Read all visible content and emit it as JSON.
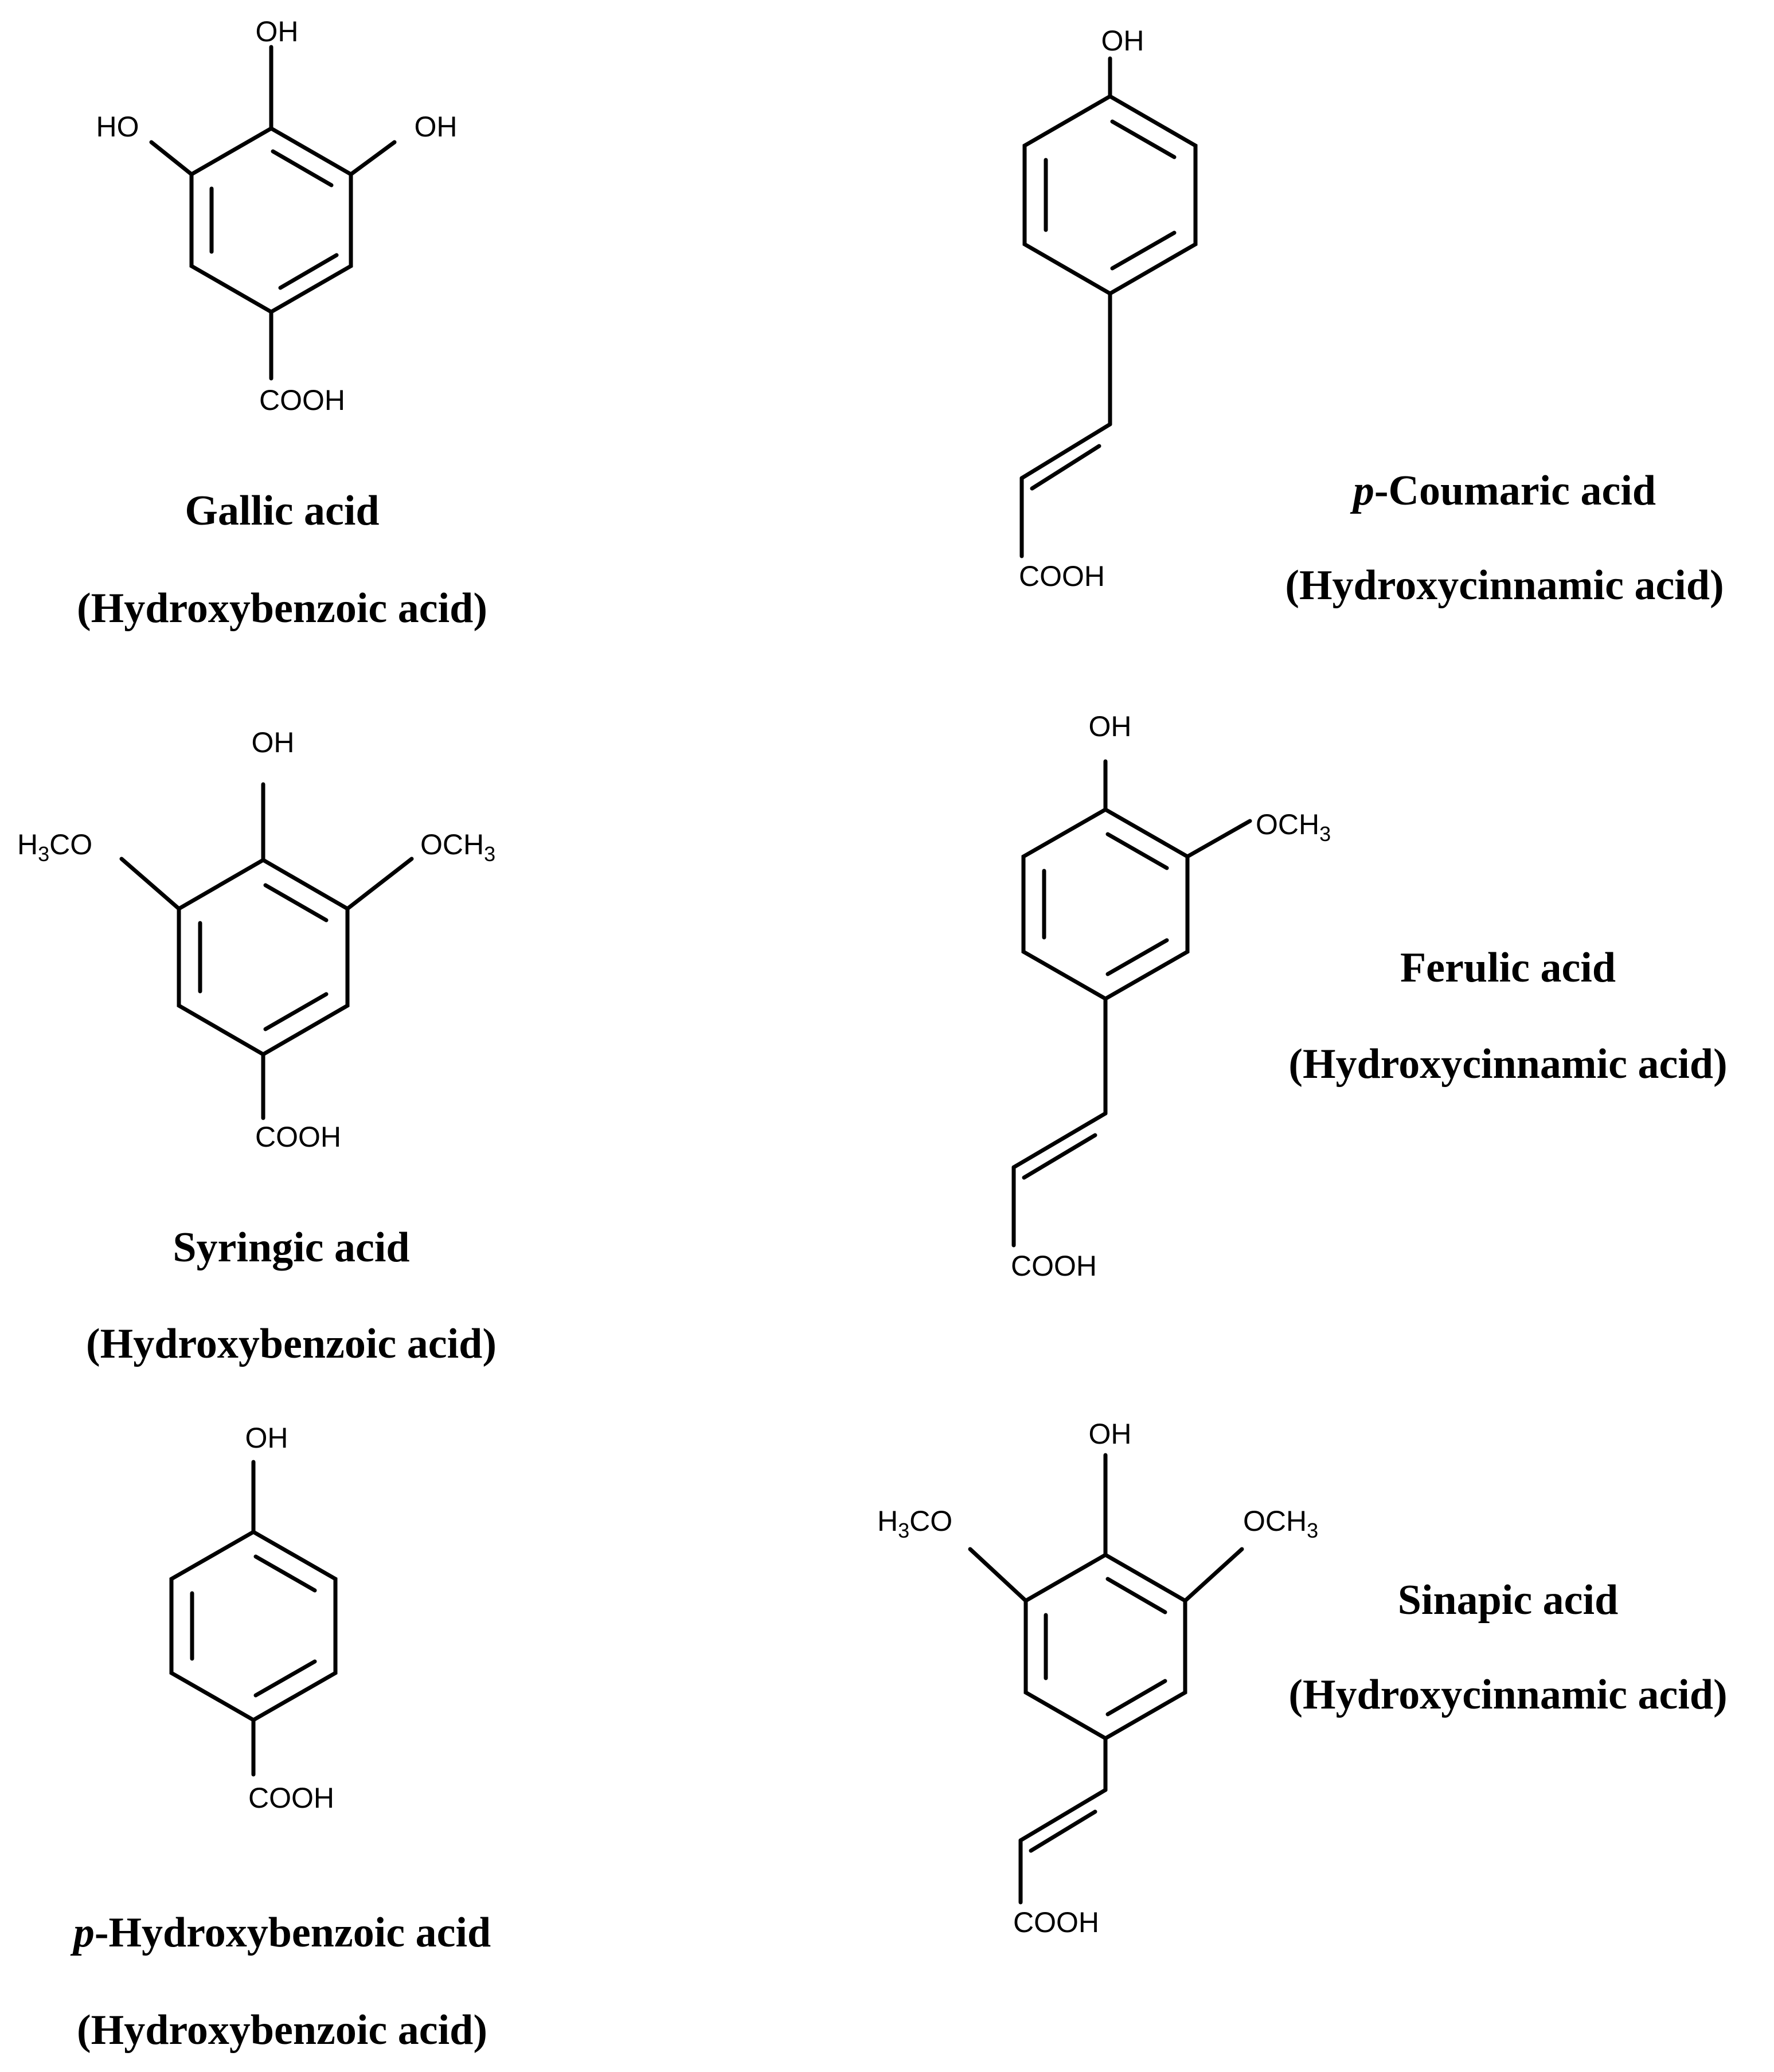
{
  "figure": {
    "compounds": [
      {
        "name": "Gallic acid",
        "class": "(Hydroxybenzoic acid)",
        "labels": {
          "oh": "OH",
          "ho": "HO",
          "oh2": "OH",
          "cooh": "COOH"
        }
      },
      {
        "name_prefix": "p",
        "name_rest": "-Coumaric acid",
        "class": "(Hydroxycinnamic acid)",
        "labels": {
          "oh": "OH",
          "cooh": "COOH"
        }
      },
      {
        "name": "Syringic acid",
        "class": "(Hydroxybenzoic acid)",
        "labels": {
          "oh": "OH",
          "left_pre": "H",
          "left_sub": "3",
          "left_post": "CO",
          "right_pre": "OCH",
          "right_sub": "3",
          "cooh": "COOH"
        }
      },
      {
        "name": "Ferulic acid",
        "class": "(Hydroxycinnamic acid)",
        "labels": {
          "oh": "OH",
          "right_pre": "OCH",
          "right_sub": "3",
          "cooh": "COOH"
        }
      },
      {
        "name_prefix": "p",
        "name_rest": "-Hydroxybenzoic acid",
        "class": "(Hydroxybenzoic acid)",
        "labels": {
          "oh": "OH",
          "cooh": "COOH"
        }
      },
      {
        "name": "Sinapic acid",
        "class": "(Hydroxycinnamic acid)",
        "labels": {
          "oh": "OH",
          "left_pre": "H",
          "left_sub": "3",
          "left_post": "CO",
          "right_pre": "OCH",
          "right_sub": "3",
          "cooh": "COOH"
        }
      }
    ]
  }
}
